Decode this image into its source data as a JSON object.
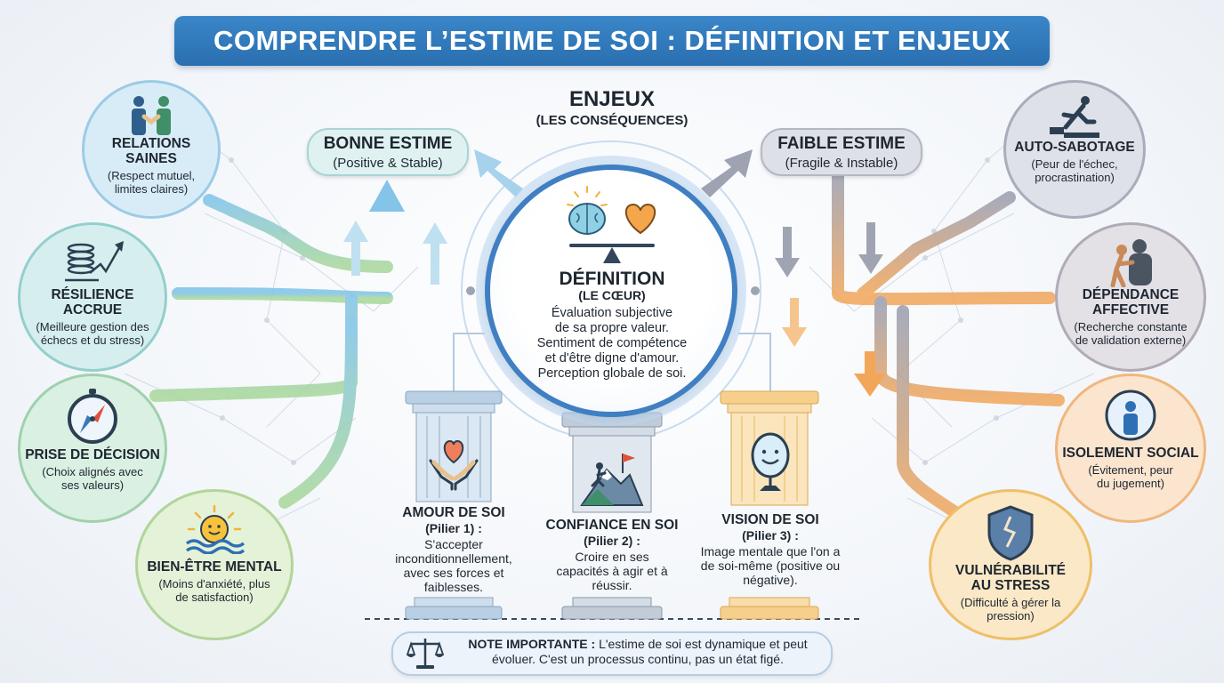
{
  "title": "COMPRENDRE L’ESTIME DE SOI : DÉFINITION ET ENJEUX",
  "enjeux": {
    "title": "ENJEUX",
    "subtitle": "(LES CONSÉQUENCES)"
  },
  "good_esteem": {
    "title": "BONNE ESTIME",
    "subtitle": "(Positive & Stable)"
  },
  "low_esteem": {
    "title": "FAIBLE ESTIME",
    "subtitle": "(Fragile & Instable)"
  },
  "definition": {
    "title": "DÉFINITION",
    "subtitle": "(LE CŒUR)",
    "lines": [
      "Évaluation subjective",
      "de sa propre valeur.",
      "Sentiment de compétence",
      "et d'être digne d'amour.",
      "Perception globale de soi."
    ]
  },
  "positive_outcomes": [
    {
      "title": "RELATIONS SAINES",
      "desc": "(Respect mutuel, limites claires)",
      "icon": "handshake-icon"
    },
    {
      "title": "RÉSILIENCE ACCRUE",
      "desc": "(Meilleure gestion des échecs et du stress)",
      "icon": "spring-arrow-icon"
    },
    {
      "title": "PRISE DE DÉCISION",
      "desc": "(Choix alignés avec ses valeurs)",
      "icon": "compass-icon"
    },
    {
      "title": "BIEN-ÊTRE MENTAL",
      "desc": "(Moins d'anxiété, plus de satisfaction)",
      "icon": "sun-waves-icon"
    }
  ],
  "negative_outcomes": [
    {
      "title": "AUTO-SABOTAGE",
      "desc": "(Peur de l'échec, procrastination)",
      "icon": "trip-person-icon"
    },
    {
      "title": "DÉPENDANCE AFFECTIVE",
      "desc": "(Recherche constante de validation externe)",
      "icon": "leaning-people-icon"
    },
    {
      "title": "ISOLEMENT SOCIAL",
      "desc": "(Évitement, peur du jugement)",
      "icon": "bubble-person-icon"
    },
    {
      "title": "VULNÉRABILITÉ AU STRESS",
      "desc": "(Difficulté à gérer la pression)",
      "icon": "cracked-shield-icon"
    }
  ],
  "pillars": [
    {
      "title": "AMOUR DE SOI",
      "number": "(Pilier 1) :",
      "desc": "S'accepter inconditionnellement, avec ses forces et faiblesses.",
      "icon": "hands-heart-icon"
    },
    {
      "title": "CONFIANCE EN SOI",
      "number": "(Pilier 2) :",
      "desc": "Croire en ses capacités à agir et à réussir.",
      "icon": "mountain-flag-icon"
    },
    {
      "title": "VISION DE SOI",
      "number": "(Pilier 3) :",
      "desc": "Image mentale que l'on a de soi-même (positive ou négative).",
      "icon": "mirror-smile-icon"
    }
  ],
  "note": {
    "label": "NOTE IMPORTANTE :",
    "text": "L'estime de soi est dynamique et peut évoluer. C'est un processus continu, pas un état figé.",
    "icon": "balance-scale-icon"
  },
  "colors": {
    "title_bar": "#2f78bb",
    "positive_line": "#8ccbe6",
    "negative_line": "#9a9eae",
    "orange": "#f2a65a"
  }
}
